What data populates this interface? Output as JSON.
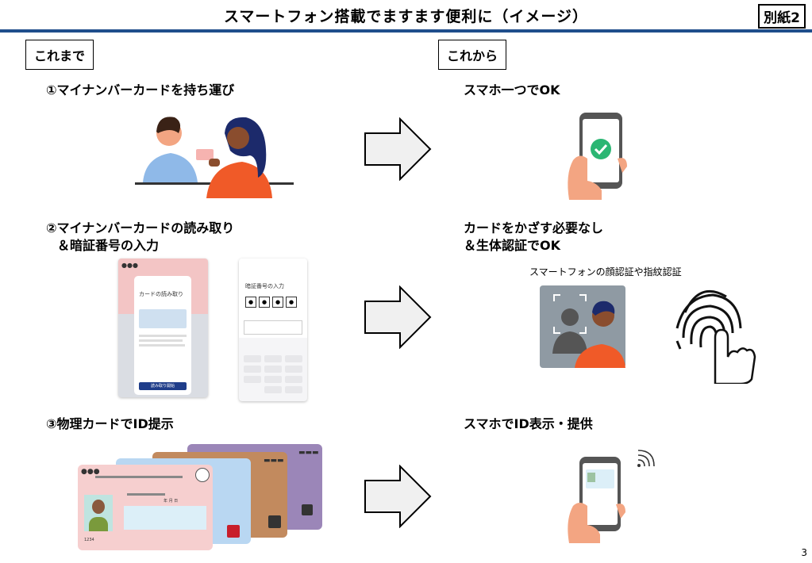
{
  "header": {
    "title": "スマートフォン搭載でますます便利に（イメージ）",
    "badge": "別紙2"
  },
  "columns": {
    "before_label": "これまで",
    "after_label": "これから"
  },
  "rows": [
    {
      "before": "①マイナンバーカードを持ち運び",
      "after": "スマホ一つでOK"
    },
    {
      "before_line1": "②マイナンバーカードの読み取り",
      "before_line2": "＆暗証番号の入力",
      "after_line1": "カードをかざす必要なし",
      "after_line2": "＆生体認証でOK",
      "after_caption": "スマートフォンの顔認証や指紋認証"
    },
    {
      "before": "③物理カードでID提示",
      "after": "スマホでID表示・提供"
    }
  ],
  "screens": {
    "card_read_title": "カードの読み取り",
    "card_read_button": "読み取り開始",
    "pin_title": "暗証番号の入力"
  },
  "card": {
    "number_fragment": "1234",
    "date_label": "年 月 日"
  },
  "page_number": "3",
  "colors": {
    "accent_blue": "#1f4e8c",
    "orange": "#f05a28",
    "skin": "#f3a582",
    "teal_check": "#2bb673"
  }
}
